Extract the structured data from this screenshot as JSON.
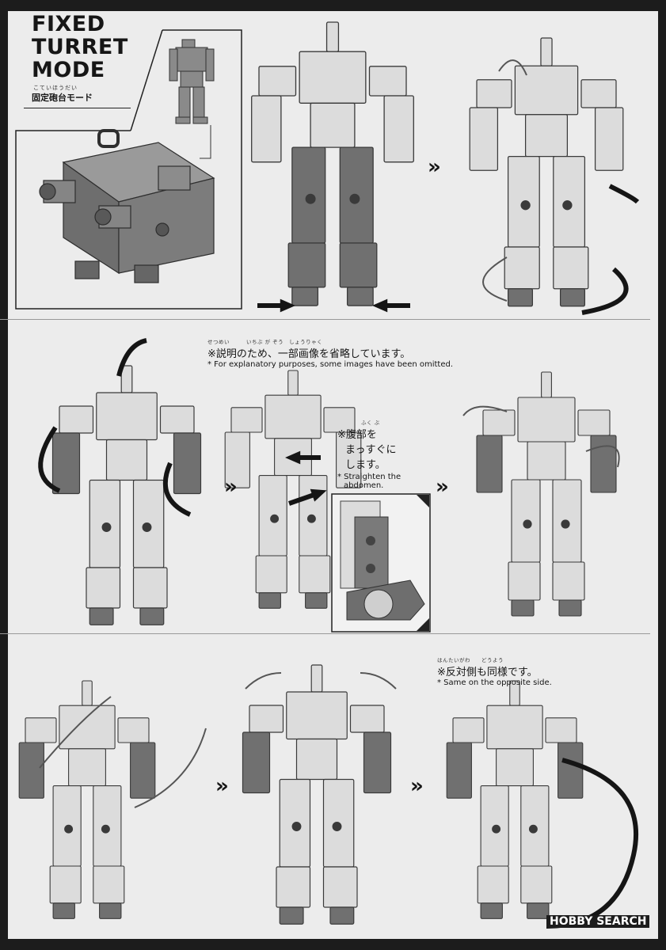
{
  "title": {
    "lines": [
      "FIXED",
      "TURRET",
      "MODE"
    ],
    "ruby": "こていほうだい",
    "jp": "固定砲台モード"
  },
  "notes": {
    "omitted": {
      "ruby": "せつめい　　　いちぶ が ぞう　しょうりゃく",
      "jp": "※説明のため、一部画像を省略しています。",
      "en": "* For explanatory purposes, some images have been omitted."
    },
    "abdomen": {
      "ruby": "ふく ぶ",
      "jp_line1": "※腹部を",
      "jp_line2": "まっすぐに",
      "jp_line3": "します。",
      "en_line1": "* Straighten the",
      "en_line2": "abdomen."
    },
    "opposite": {
      "ruby": "はんたいがわ　　どうよう",
      "jp": "※反対側も同様です。",
      "en": "* Same on the opposite side."
    }
  },
  "step_marker": "»",
  "watermark": "HOBBY SEARCH",
  "colors": {
    "page": "#ececec",
    "frame": "#1c1c1c",
    "part_light": "#dcdcdc",
    "part_dark": "#707070",
    "outline": "#3a3a3a",
    "arrow": "#151515"
  }
}
